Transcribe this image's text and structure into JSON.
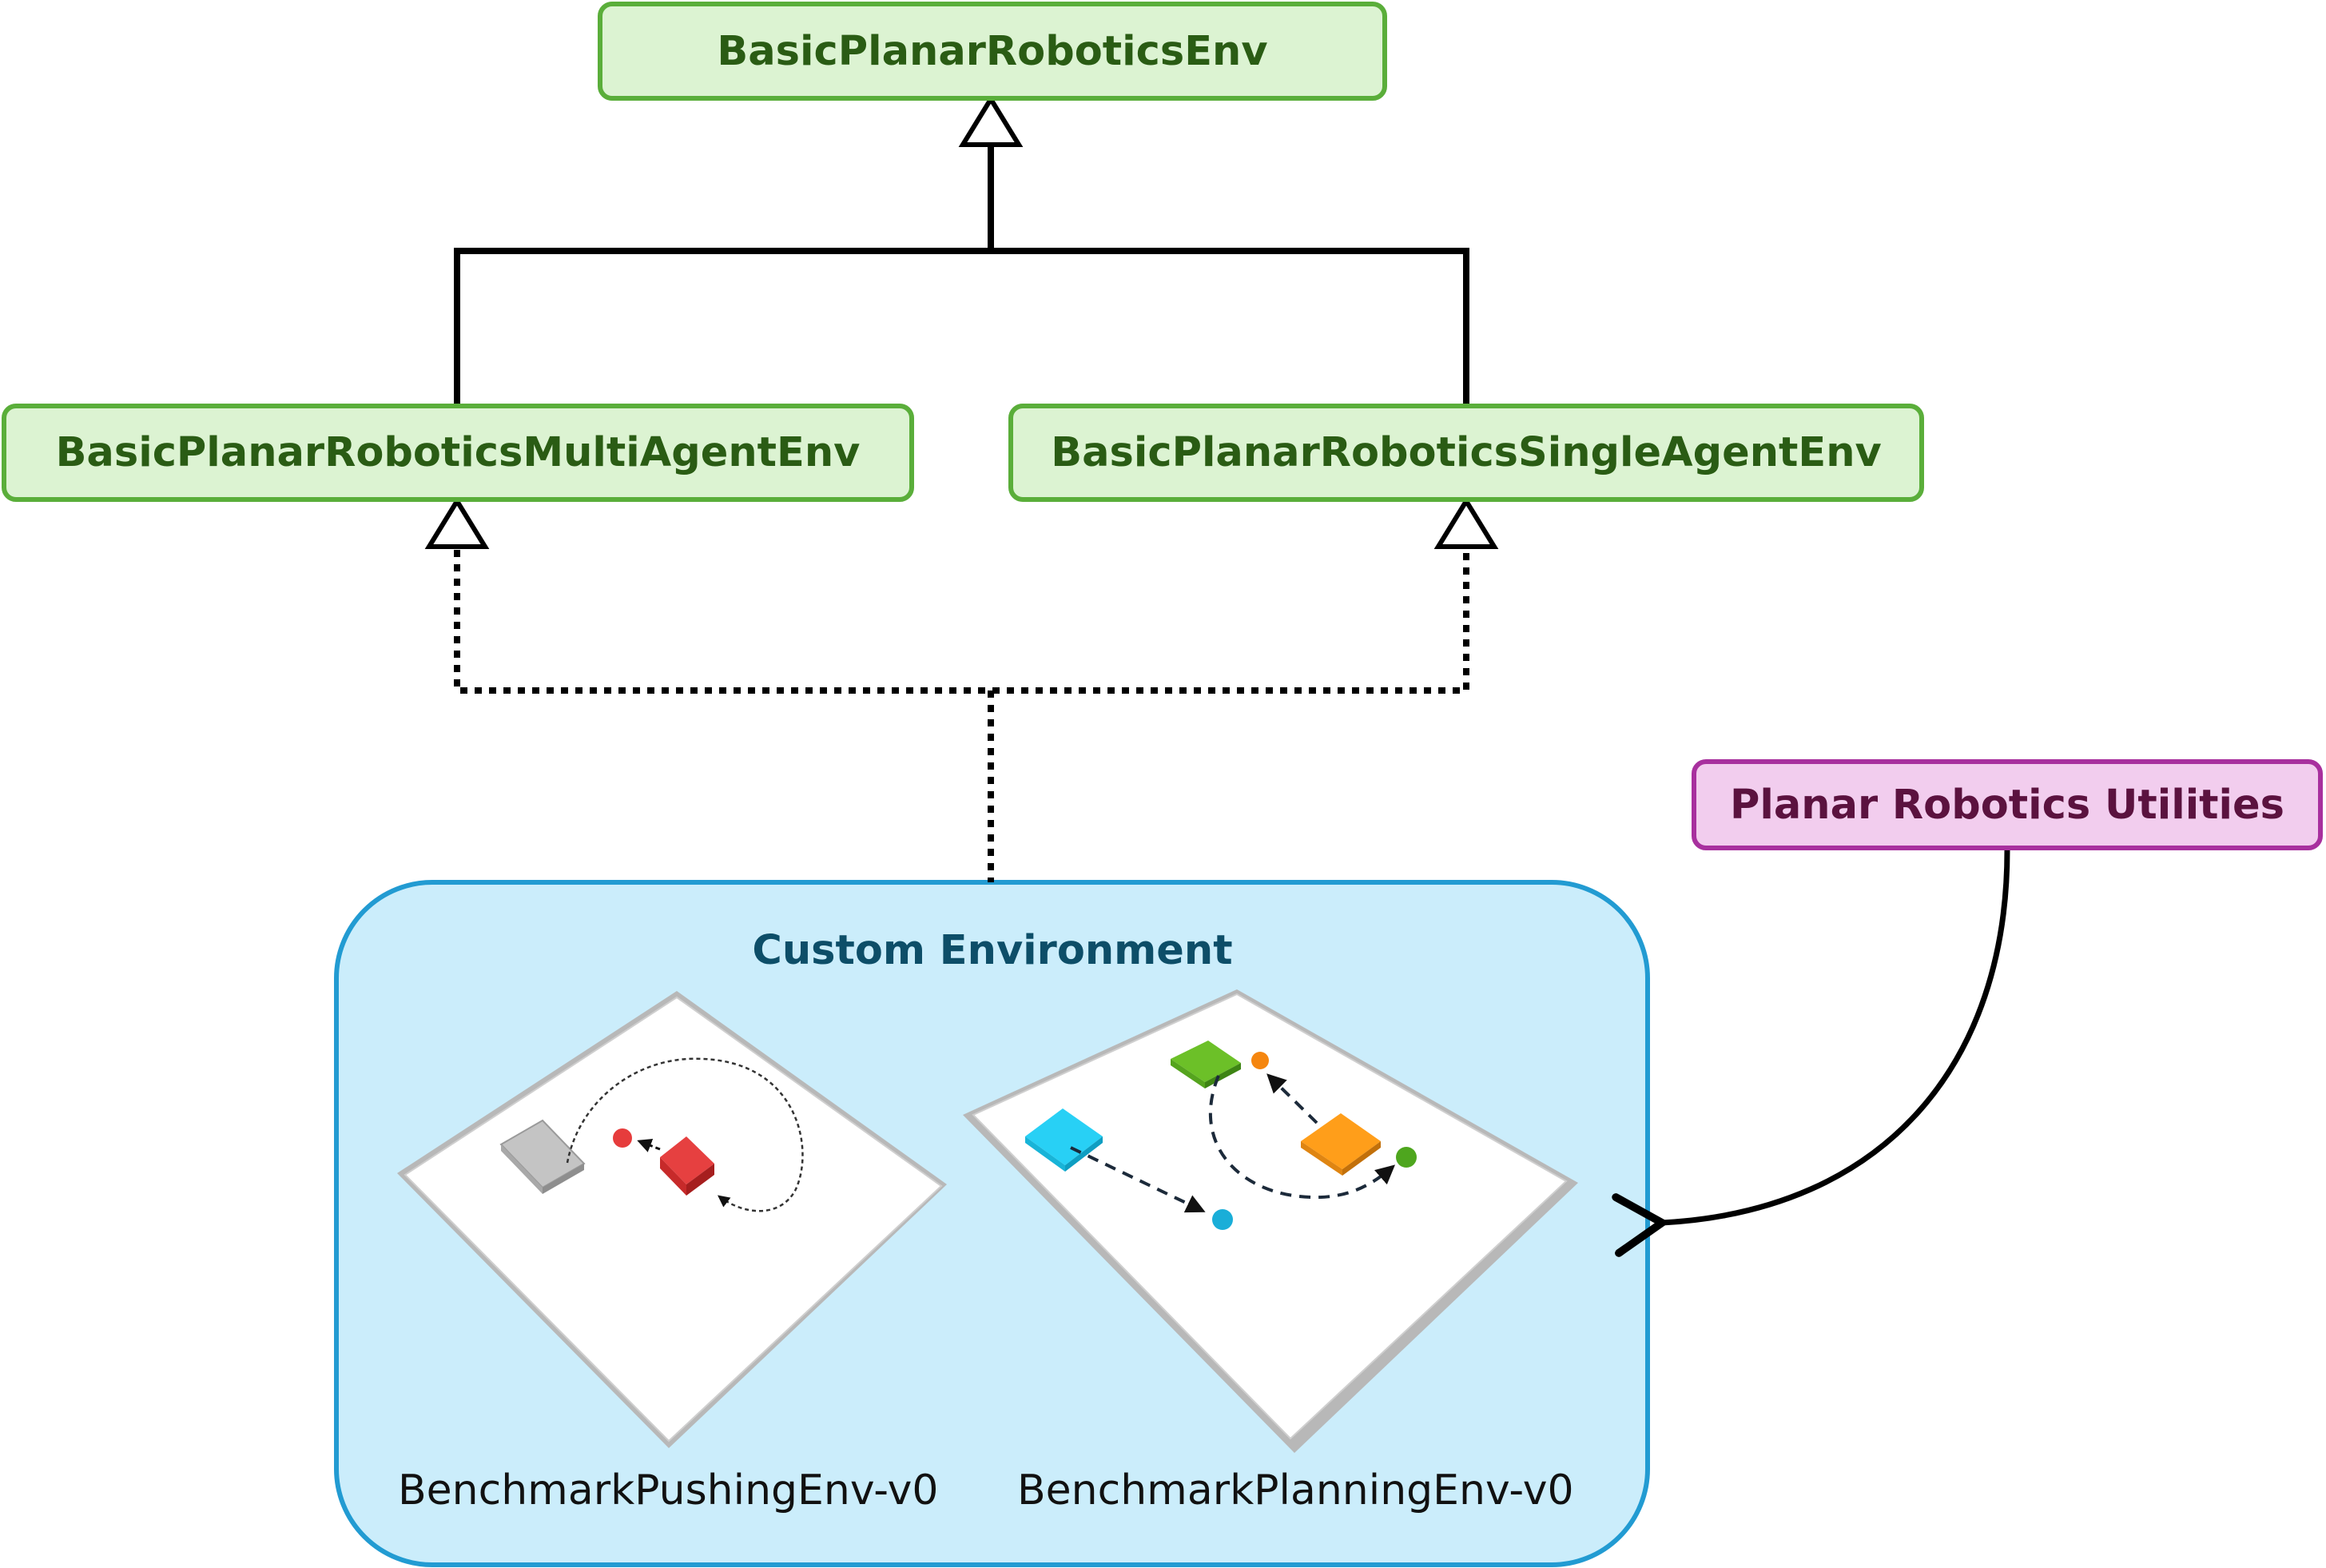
{
  "nodes": {
    "base": "BasicPlanarRoboticsEnv",
    "multi_agent": "BasicPlanarRoboticsMultiAgentEnv",
    "single_agent": "BasicPlanarRoboticsSingleAgentEnv",
    "utilities": "Planar Robotics Utilities"
  },
  "custom_env": {
    "title": "Custom Environment",
    "environments": [
      {
        "label": "BenchmarkPushingEnv-v0"
      },
      {
        "label": "BenchmarkPlanningEnv-v0"
      }
    ]
  },
  "colors": {
    "green_fill": "#dcf3d2",
    "green_border": "#5aae3a",
    "green_text": "#2a5c14",
    "pink_fill": "#f2cdee",
    "pink_border": "#a8309e",
    "pink_text": "#5b123f",
    "custom_fill": "#cbedfb",
    "custom_border": "#229bd2",
    "custom_text": "#0d4e68"
  }
}
